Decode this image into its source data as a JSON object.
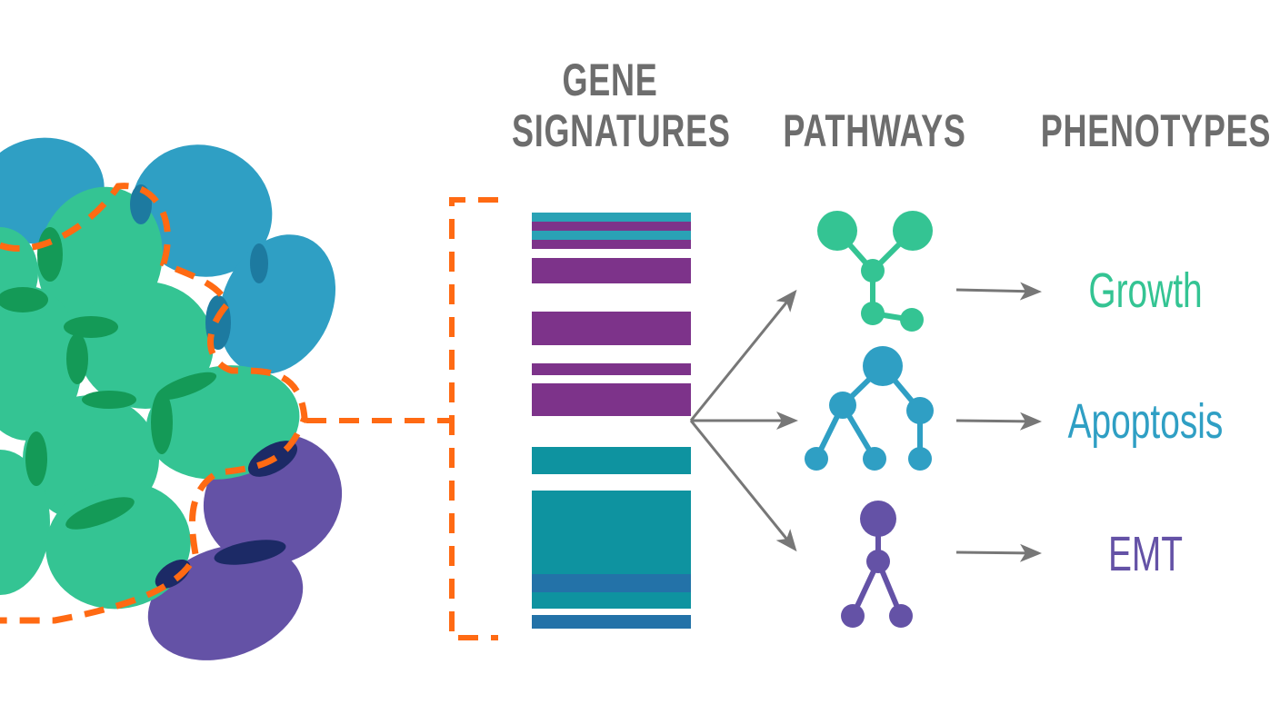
{
  "headers": {
    "gene_line1": "GENE",
    "gene_line2": "SIGNATURES",
    "pathways": "PATHWAYS",
    "phenotypes": "PHENOTYPES"
  },
  "phenotypes": [
    {
      "label": "Growth",
      "color": "#34c493"
    },
    {
      "label": "Apoptosis",
      "color": "#2f9fc4"
    },
    {
      "label": "EMT",
      "color": "#6452a6"
    }
  ],
  "colors": {
    "green_cell": "#34c493",
    "blue_cell": "#2f9fc4",
    "purple_cell": "#6452a6",
    "overlap_green": "#149a57",
    "overlap_navy": "#1c2a66",
    "dashed_border": "#ff6a13",
    "arrow": "#777777",
    "header_text": "#6d6d6d",
    "bar_purple": "#7d338a",
    "bar_teal": "#0e93a0",
    "bar_blue": "#2372a8",
    "bar_light_teal": "#2aa2b5"
  },
  "icons": [
    "tumor-cell-cluster",
    "gene-signature-barcode",
    "pathway-tree-icon"
  ]
}
